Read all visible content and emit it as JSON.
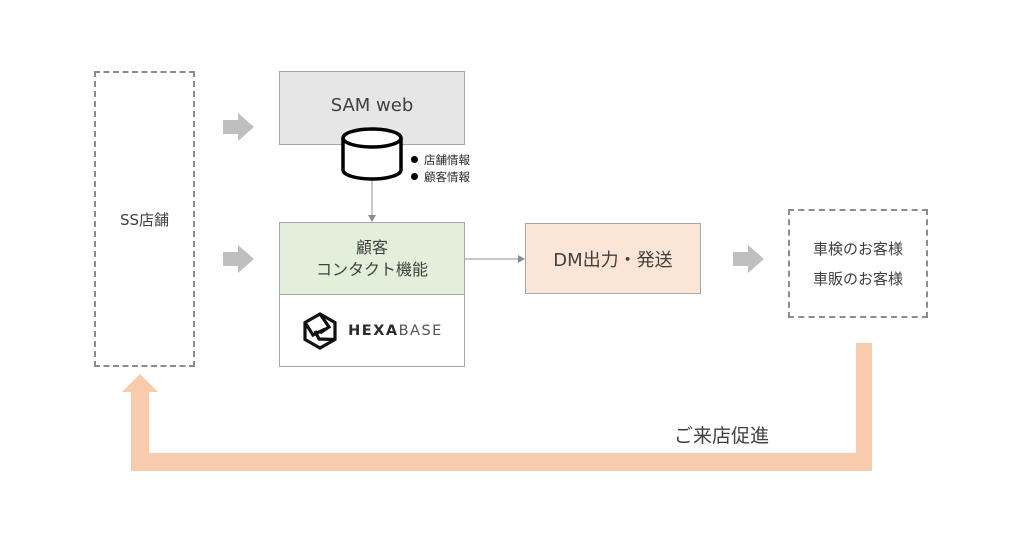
{
  "diagram": {
    "store_box": {
      "label": "SS店舗"
    },
    "sam_box": {
      "label": "SAM web"
    },
    "database": {
      "icon": "database-icon",
      "bullets": [
        "店舗情報",
        "顧客情報"
      ]
    },
    "contact_box": {
      "line1": "顧客",
      "line2": "コンタクト機能",
      "logo": {
        "icon": "hexabase-logo-icon",
        "text_bold": "HEXA",
        "text_light": "BASE"
      }
    },
    "dm_box": {
      "label": "DM出力・発送"
    },
    "customer_box": {
      "lines": [
        "車検のお客様",
        "車販のお客様"
      ]
    },
    "feedback_arrow": {
      "label": "ご来店促進"
    },
    "colors": {
      "sam_fill": "#e6e6e6",
      "contact_fill": "#e2efda",
      "dm_fill": "#fbe5d6",
      "feedback_arrow": "#f8cbad",
      "flow_arrow": "#bfbfbf",
      "border": "#a6a6a6"
    }
  }
}
